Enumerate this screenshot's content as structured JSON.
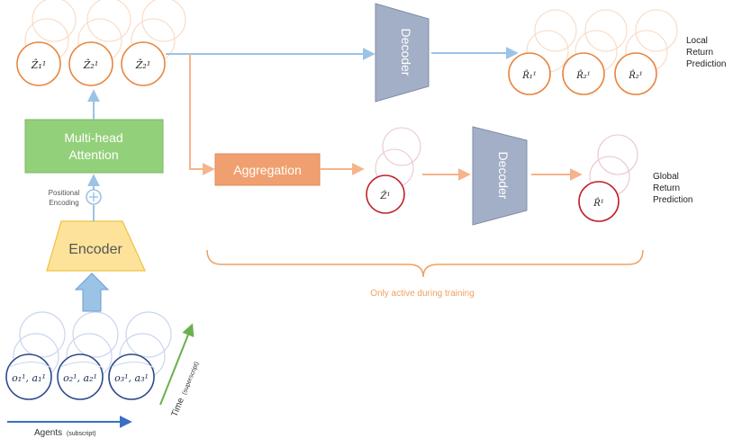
{
  "labels": {
    "encoder": "Encoder",
    "attention_line1": "Multi-head",
    "attention_line2": "Attention",
    "positional_line1": "Positional",
    "positional_line2": "Encoding",
    "aggregation": "Aggregation",
    "decoder_top": "Decoder",
    "decoder_bottom": "Decoder",
    "local_line1": "Local",
    "local_line2": "Return",
    "local_line3": "Prediction",
    "global_line1": "Global",
    "global_line2": "Return",
    "global_line3": "Prediction",
    "training_note": "Only active during training",
    "agents_axis": "Agents",
    "agents_axis_sub": "(subscript)",
    "time_axis": "Time",
    "time_axis_sub": "(superscript)"
  },
  "inputs": [
    "o₁¹, a₁¹",
    "o₂¹, a₂¹",
    "o₃¹, a₃¹"
  ],
  "latents": [
    "Ẑ₁¹",
    "Ẑ₂¹",
    "Ẑ₂¹"
  ],
  "local_returns": [
    "R̂₁¹",
    "R̂₂¹",
    "R̂₂¹"
  ],
  "global_latent": "Ẑ¹",
  "global_return": "R̂¹",
  "colors": {
    "input_circle": "#2e4a8c",
    "input_ghost": "#b8c8e8",
    "latent_circle": "#e8853f",
    "latent_ghost": "#f5c9a6",
    "global_circle": "#c0202a",
    "global_ghost": "#e0a0a8",
    "encoder_fill": "#fde39a",
    "encoder_stroke": "#f0c040",
    "attention_fill": "#93d07a",
    "aggregation_fill": "#f0a070",
    "decoder_fill": "#a3afc6",
    "blue_arrow": "#9bc3e6",
    "orange_arrow": "#f5b48a",
    "axis_blue": "#3a6fc4",
    "axis_green": "#6ab04c",
    "brace": "#f0a060"
  }
}
